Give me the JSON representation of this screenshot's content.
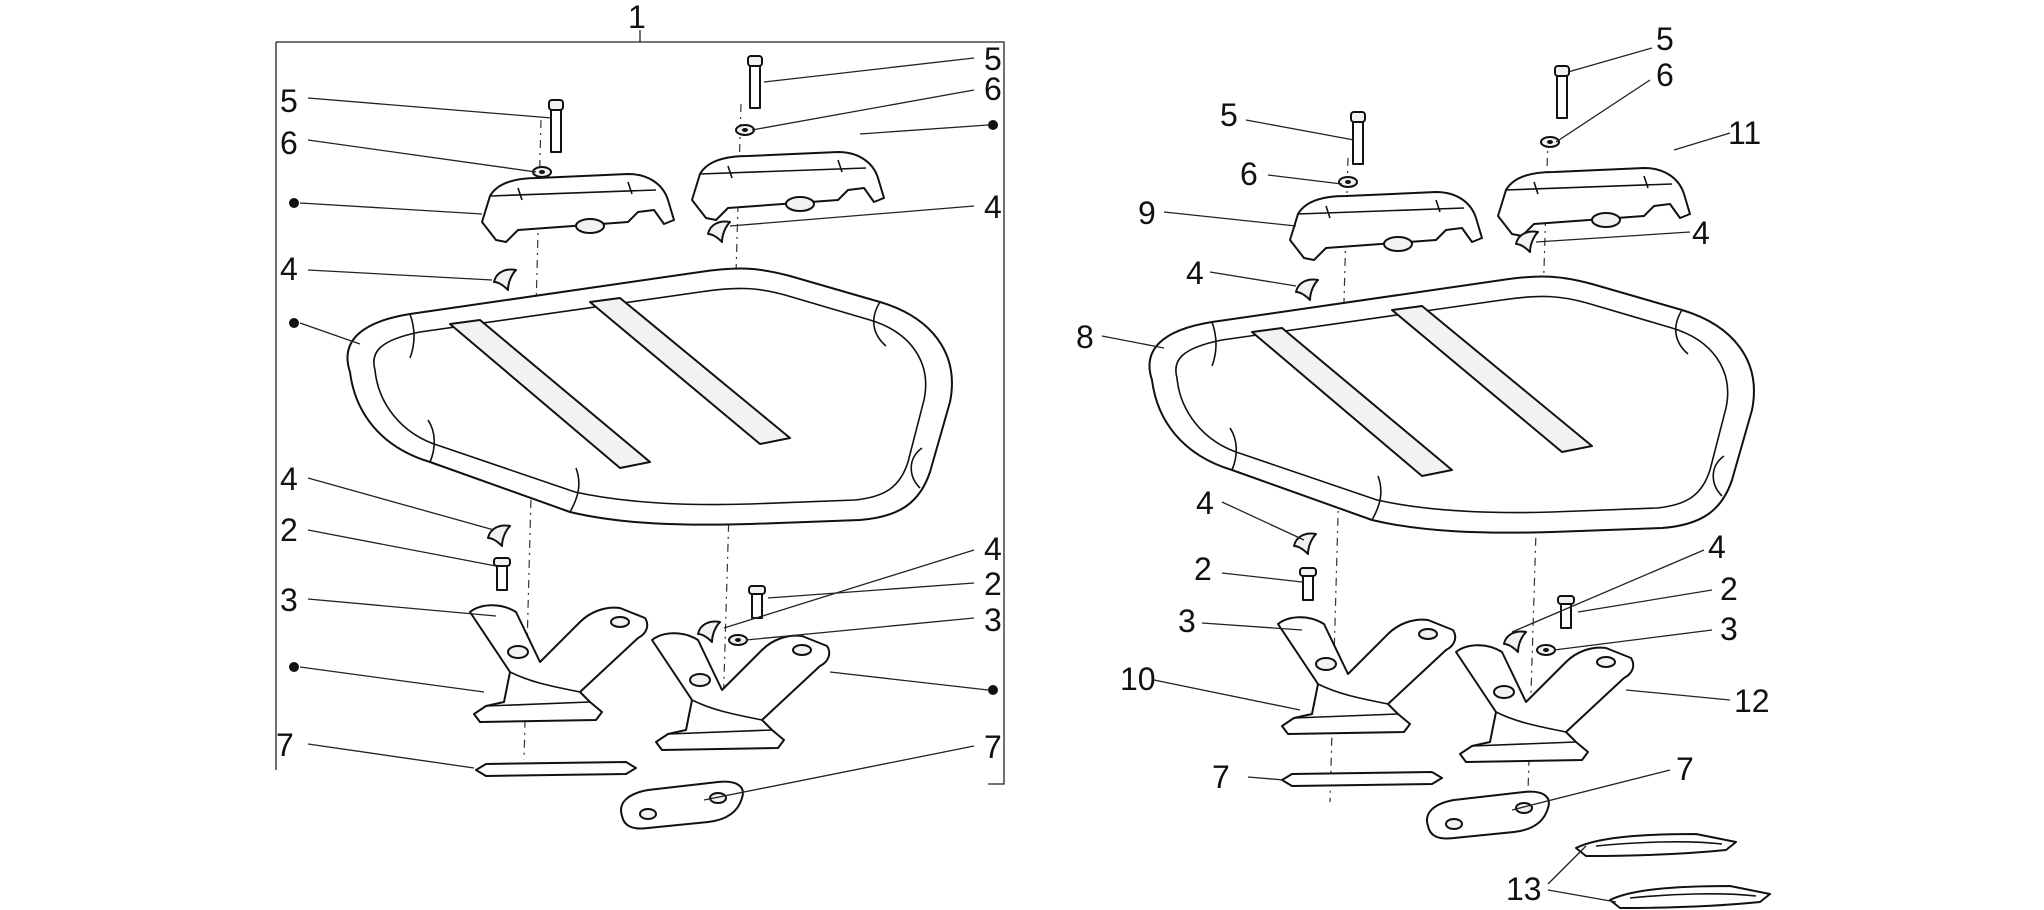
{
  "diagram": {
    "labels": {
      "assembly_left": "1",
      "left_bolt_a": "5",
      "left_bolt_b": "5",
      "left_washer_a": "6",
      "left_washer_b": "6",
      "left_wedge_a": "4",
      "left_wedge_b": "4",
      "left_wedge_c": "4",
      "left_wedge_d": "4",
      "left_screw_a": "2",
      "left_screw_b": "2",
      "left_ring_a": "3",
      "left_ring_b": "3",
      "left_gasket_a": "7",
      "left_gasket_b": "7",
      "right_bolt_a": "5",
      "right_bolt_b": "5",
      "right_washer_a": "6",
      "right_washer_b": "6",
      "right_clamp_a": "9",
      "right_clamp_b": "11",
      "right_wedge_a": "4",
      "right_wedge_b": "4",
      "right_wedge_c": "4",
      "right_wedge_d": "4",
      "right_rack": "8",
      "right_screw_a": "2",
      "right_screw_b": "2",
      "right_ring_a": "3",
      "right_ring_b": "3",
      "right_base_a": "10",
      "right_base_b": "12",
      "right_gasket_a": "7",
      "right_gasket_b": "7",
      "right_pad": "13"
    }
  }
}
